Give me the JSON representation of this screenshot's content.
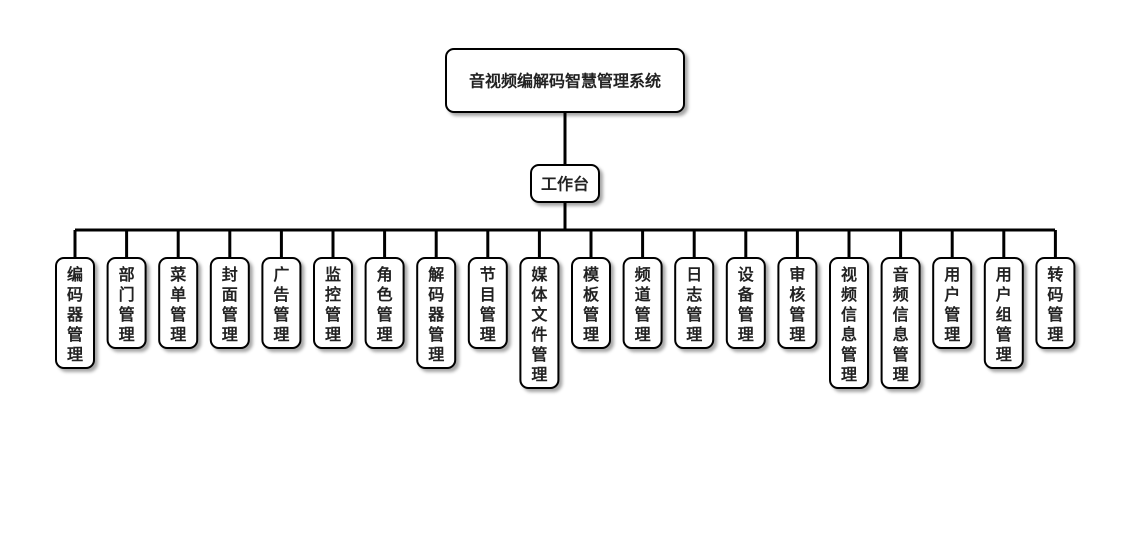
{
  "diagram": {
    "root": {
      "label": "音视频编解码智慧管理系统"
    },
    "level1": {
      "label": "工作台"
    },
    "modules": [
      {
        "label": "编码器管理"
      },
      {
        "label": "部门管理"
      },
      {
        "label": "菜单管理"
      },
      {
        "label": "封面管理"
      },
      {
        "label": "广告管理"
      },
      {
        "label": "监控管理"
      },
      {
        "label": "角色管理"
      },
      {
        "label": "解码器管理"
      },
      {
        "label": "节目管理"
      },
      {
        "label": "媒体文件管理"
      },
      {
        "label": "模板管理"
      },
      {
        "label": "频道管理"
      },
      {
        "label": "日志管理"
      },
      {
        "label": "设备管理"
      },
      {
        "label": "审核管理"
      },
      {
        "label": "视频信息管理"
      },
      {
        "label": "音频信息管理"
      },
      {
        "label": "用户管理"
      },
      {
        "label": "用户组管理"
      },
      {
        "label": "转码管理"
      }
    ]
  }
}
